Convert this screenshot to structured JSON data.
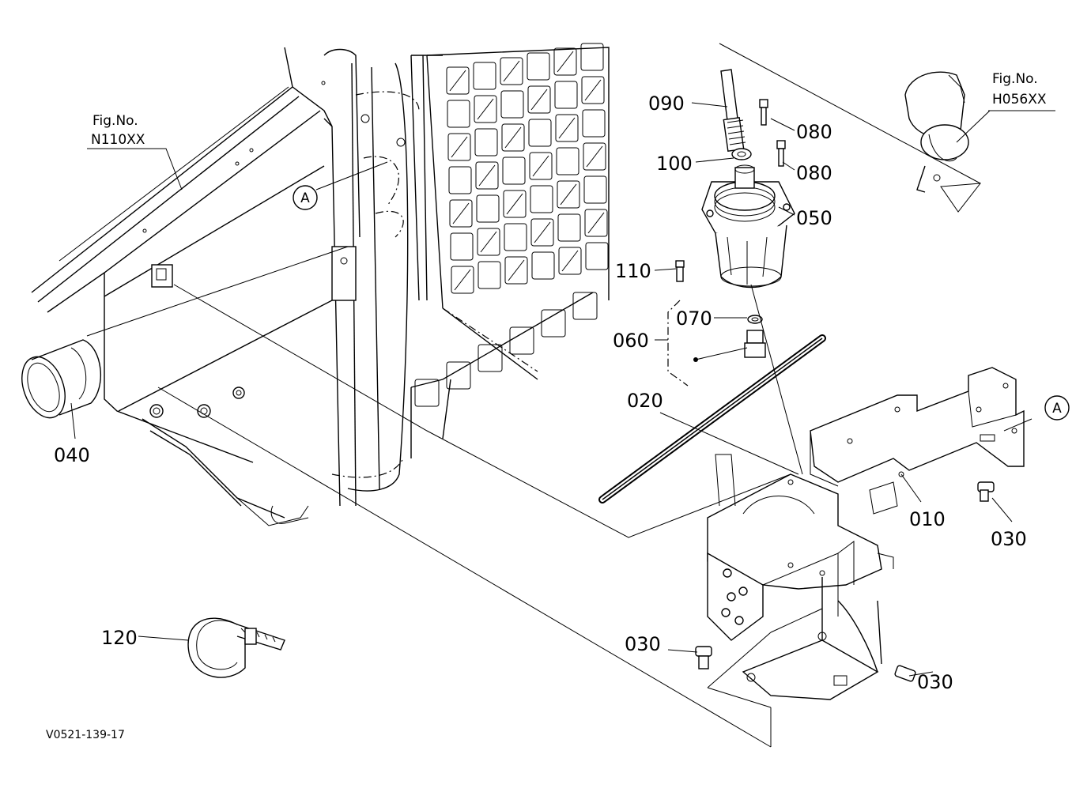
{
  "diagram": {
    "parts": [
      "090",
      "080",
      "080",
      "100",
      "050",
      "110",
      "070",
      "060",
      "020",
      "010",
      "030",
      "040",
      "120",
      "030",
      "030"
    ],
    "refs": [
      {
        "line1": "Fig.No.",
        "line2": "N110XX"
      },
      {
        "line1": "Fig.No.",
        "line2": "H056XX"
      }
    ],
    "callouts": [
      "A",
      "A"
    ],
    "drawing_code": "V0521-139-17"
  }
}
